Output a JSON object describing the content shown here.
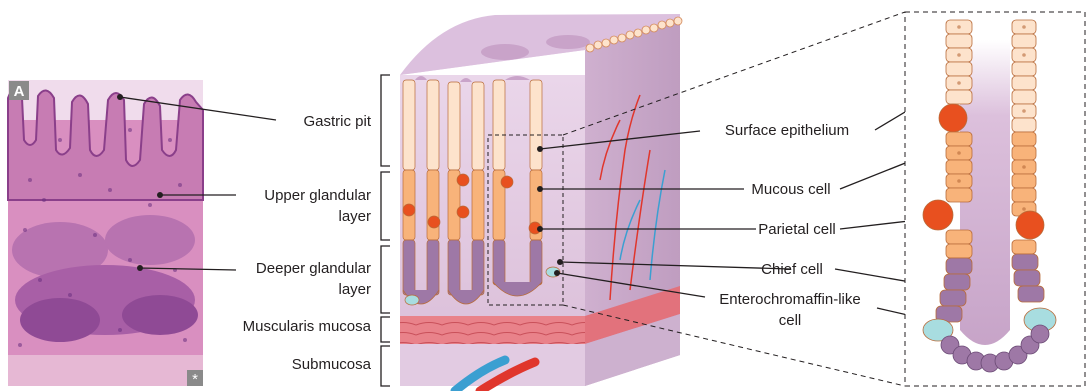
{
  "panel": {
    "badge": "A",
    "corner_mark": "*"
  },
  "left_labels": {
    "gastric_pit": "Gastric pit",
    "upper_glandular_line1": "Upper glandular",
    "upper_glandular_line2": "layer",
    "deeper_glandular_line1": "Deeper glandular",
    "deeper_glandular_line2": "layer",
    "muscularis_mucosa": "Muscularis mucosa",
    "submucosa": "Submucosa"
  },
  "right_labels": {
    "surface_epithelium": "Surface epithelium",
    "mucous_cell": "Mucous cell",
    "parietal_cell": "Parietal cell",
    "chief_cell": "Chief cell",
    "ecl_line1": "Enterochromaffin-like",
    "ecl_line2": "cell"
  },
  "colors": {
    "histology_bg": "#d98fc0",
    "lamina_propria": "#e8c9dd",
    "surface_cell": "#fde3cc",
    "mucous_cell": "#f8b37a",
    "parietal_cell": "#e8501f",
    "chief_cell": "#9e78a6",
    "ecl_cell": "#a8dde0",
    "muscularis": "#e9828a",
    "artery": "#e0362c",
    "vein": "#3b9fd1"
  }
}
